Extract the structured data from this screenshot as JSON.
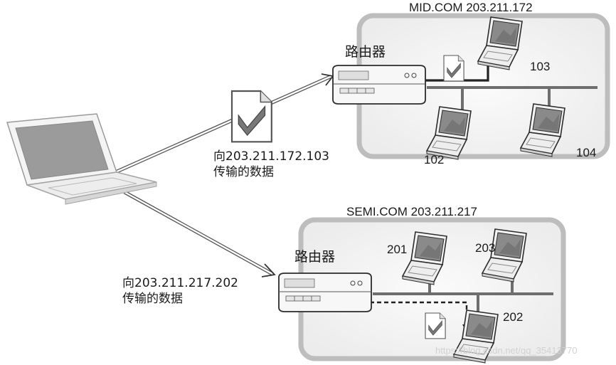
{
  "networks": {
    "mid": {
      "title": "MID.COM 203.211.172",
      "router": "路由器",
      "hosts": [
        "103",
        "102",
        "104"
      ]
    },
    "semi": {
      "title": "SEMI.COM 203.211.217",
      "router": "路由器",
      "hosts": [
        "201",
        "203",
        "202"
      ]
    }
  },
  "transfers": {
    "to_mid": {
      "line1": "向203.211.172.103",
      "line2": "传输的数据"
    },
    "to_semi": {
      "line1": "向203.211.217.202",
      "line2": "传输的数据"
    }
  },
  "watermark": "https://blog.csdn.net/qq_35413770",
  "colors": {
    "ink": "#1a1a1a",
    "panel": "#ececec",
    "panel_edge": "#bdbdbd",
    "cable": "#6e6e6e",
    "screen": "#7a7a7a"
  }
}
